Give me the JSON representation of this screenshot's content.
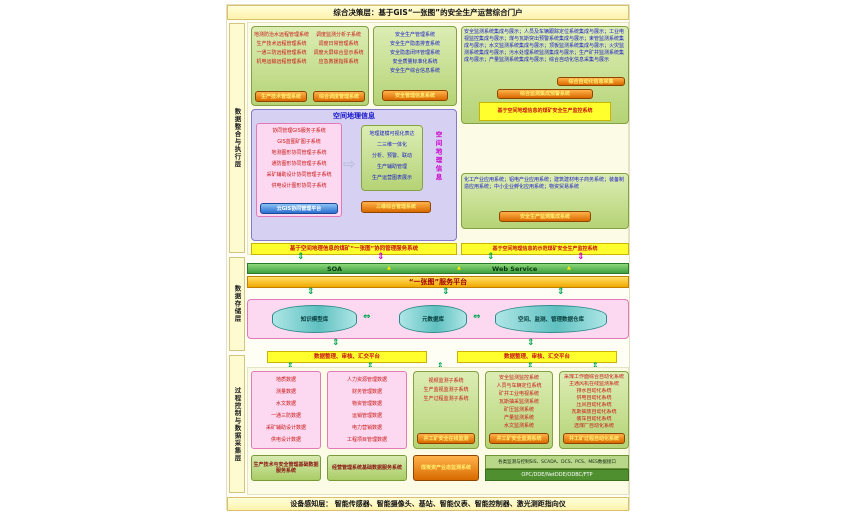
{
  "banners": {
    "top": "综合决策层：基于GIS“一张图”的安全生产运营综合门户",
    "bottom": "设备感知层： 智能传感器、智能摄像头、基站、智能仪表、智能控制器、激光测距指向仪"
  },
  "layer_labels": {
    "integration": "数据整合与执行层",
    "storage": "数据存储层",
    "process": "过程控制与数据采集层"
  },
  "icons": {
    "v_arrow": "⇕",
    "h_arrow": "⇔",
    "flow_arrow": "⇨",
    "up_tri": "▲"
  },
  "remote_box": {
    "col1": [
      "地测防治水远程管理系统",
      "生产技术远程管理系统",
      "一通三防远程管理系统",
      "机电运输远程管理系统"
    ],
    "col2": [
      "调度监测分析子系统",
      "调度日常管理系统",
      "调度大屏综合显示系统",
      "应急救援指挥系统"
    ],
    "buttons": [
      "生产技术管理系统",
      "综合调度管理系统"
    ]
  },
  "safety_mgmt_box": {
    "items": [
      "安全生产管理系统",
      "安全生产隐患排查系统",
      "安全隐患闭环管理系统",
      "安全质量标准化系统",
      "安全生产综合信息系统"
    ],
    "button": "安全管理信息系统"
  },
  "monitor_box": {
    "text": "安全监测系统集成与展示；人员及车辆跟踪定位系统集成与展示；工业电视监控集成与展示；煤与瓦斯突出预警系统集成与展示；束管监测系统集成与展示；水文监测系统集成与展示；顶板监测系统集成与展示；火灾监测系统集成与展示；污水处理系统监测集成与展示；生产矿井监测系统集成与展示；产量监测系统集成与展示；综合自动化信息采集与展示",
    "small_button": "综合自动化信息采集",
    "button": "综合监测集成预警系统",
    "label": "基于空间地理信息的煤矿安全生产监控系统"
  },
  "gis_box": {
    "title": "空间地理信息",
    "list": [
      "协同管理GIS服务子系统",
      "GIS蓝图矿图子系统",
      "地测图形协同管理子系统",
      "通防图形协同管理子系统",
      "采矿辅助设计协同管理子系统",
      "供电设计图形协同子系统"
    ],
    "cloud_button": "云GIS协同管理平台",
    "features": [
      "地理建模可视化表达",
      "二三维一体化",
      "分析、预警、联动",
      "生产辅助管理",
      "生产运营图表展示"
    ],
    "side_label": "空间地理信息",
    "button": "三维综合管理系统"
  },
  "mid_label": "基于空间地理信息的煤矿“一张图”协同管理服务系统",
  "industry_box": {
    "text": "化工产业应用系统；铝电产业应用系统；建筑建材电子商务系统；装备制造应用系统；中小企业孵化应用系统；物资贸易系统",
    "button": "安全生产监测集成系统",
    "label": "基于空间地理信息的示范煤矿安全生产监控系统"
  },
  "soa_bar": {
    "left": "SOA",
    "right": "Web Service"
  },
  "platform_bar": "“一张图”服务平台",
  "storage": {
    "cylinders": [
      "知识模型库",
      "元数据库",
      "空间、监测、管理数据仓库"
    ],
    "platform_left": "数据整理、审核、汇交平台",
    "platform_right": "数据整理、审核、汇交平台"
  },
  "collect": {
    "geo_box": {
      "items": [
        "地质数据",
        "测量数据",
        "水文数据",
        "一通三防数据",
        "采矿辅助设计数据",
        "供电设计数据"
      ],
      "footer": "生产技术与安全管理基础数据服务系统"
    },
    "mgmt_box": {
      "items": [
        "人力资源管理数据",
        "财务管理数据",
        "物资管理数据",
        "运销管理数据",
        "电力营销数据",
        "工程项目管理数据"
      ],
      "footer": "经营管理系统基础数据服务系统"
    },
    "coal_button": "煤炭资产业态监测系统",
    "video_box": {
      "items": [
        "视频监测子系统",
        "生产监视监测子系统",
        "生产过程监测子系统"
      ],
      "button": "井工矿安全在线监测"
    },
    "safety_box": {
      "items": [
        "安全监测监控系统",
        "人员与车辆定位系统",
        "矿井工业电视系统",
        "瓦斯抽采监测系统",
        "矿压监测系统",
        "产量监测系统",
        "水文监测系统"
      ],
      "button": "井工矿安全监测系统"
    },
    "auto_box": {
      "items": [
        "采煤工作面综合自动化系统",
        "主通风机在线监测系统",
        "排水自动化系统",
        "供电自动化系统",
        "压风自动化系统",
        "瓦斯抽放自动化系统",
        "装车自动化系统",
        "选煤厂自动化系统"
      ],
      "button": "井工矿过程自动化系统"
    },
    "interface_bar": {
      "line1": "各类监测与控制SIS、SCADA、DCS、PCS、MES数据接口",
      "line2": "OPC/DDE/NetDDE/ODBC/FTP"
    }
  }
}
